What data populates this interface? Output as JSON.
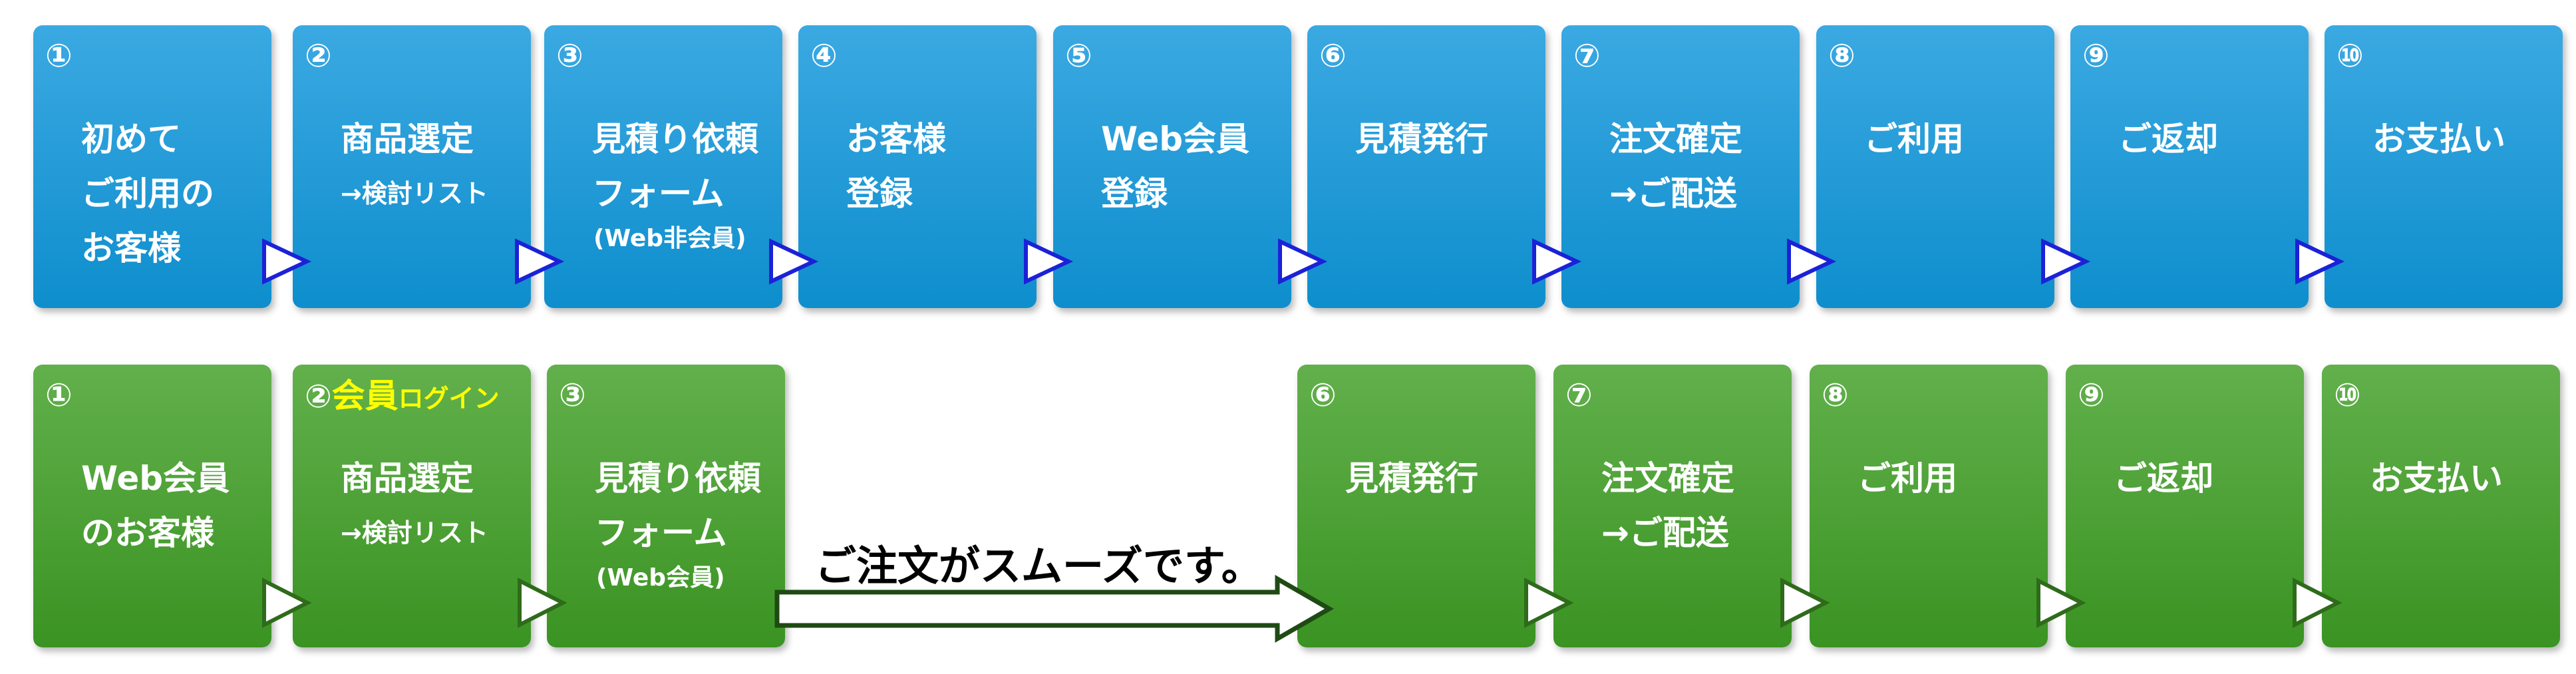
{
  "top_row": [
    {
      "number": "①",
      "lines": [
        "初めて",
        "ご利用の",
        "お客様"
      ]
    },
    {
      "number": "②",
      "lines": [
        "商品選定"
      ],
      "sub": "→検討リスト"
    },
    {
      "number": "③",
      "lines": [
        "見積り依頼",
        "フォーム"
      ],
      "note": "(Web非会員)"
    },
    {
      "number": "④",
      "lines": [
        "お客様",
        "登録"
      ]
    },
    {
      "number": "⑤",
      "lines": [
        "Web会員",
        "登録"
      ]
    },
    {
      "number": "⑥",
      "lines": [
        "見積発行"
      ]
    },
    {
      "number": "⑦",
      "lines": [
        "注文確定",
        "→ご配送"
      ]
    },
    {
      "number": "⑧",
      "lines": [
        "ご利用"
      ]
    },
    {
      "number": "⑨",
      "lines": [
        "ご返却"
      ]
    },
    {
      "number": "⑩",
      "lines": [
        "お支払い"
      ]
    }
  ],
  "bottom_row": [
    {
      "number": "①",
      "lines": [
        "Web会員",
        "のお客様"
      ]
    },
    {
      "number": "②",
      "highlight_main": "会員",
      "highlight_small": "ログイン",
      "lines": [
        "商品選定"
      ],
      "sub": "→検討リスト"
    },
    {
      "number": "③",
      "lines": [
        "見積り依頼",
        "フォーム"
      ],
      "note": "(Web会員)"
    },
    {
      "number": "⑥",
      "lines": [
        "見積発行"
      ]
    },
    {
      "number": "⑦",
      "lines": [
        "注文確定",
        "→ご配送"
      ]
    },
    {
      "number": "⑧",
      "lines": [
        "ご利用"
      ]
    },
    {
      "number": "⑨",
      "lines": [
        "ご返却"
      ]
    },
    {
      "number": "⑩",
      "lines": [
        "お支払い"
      ]
    }
  ],
  "shortcut_message": "ご注文がスムーズです。",
  "colors": {
    "top_card": "#1a9ad8",
    "bottom_card": "#4aa22f",
    "top_arrow_stroke": "#1b22d6",
    "bottom_arrow_stroke": "#2e6b1a",
    "highlight": "#ffff00"
  }
}
